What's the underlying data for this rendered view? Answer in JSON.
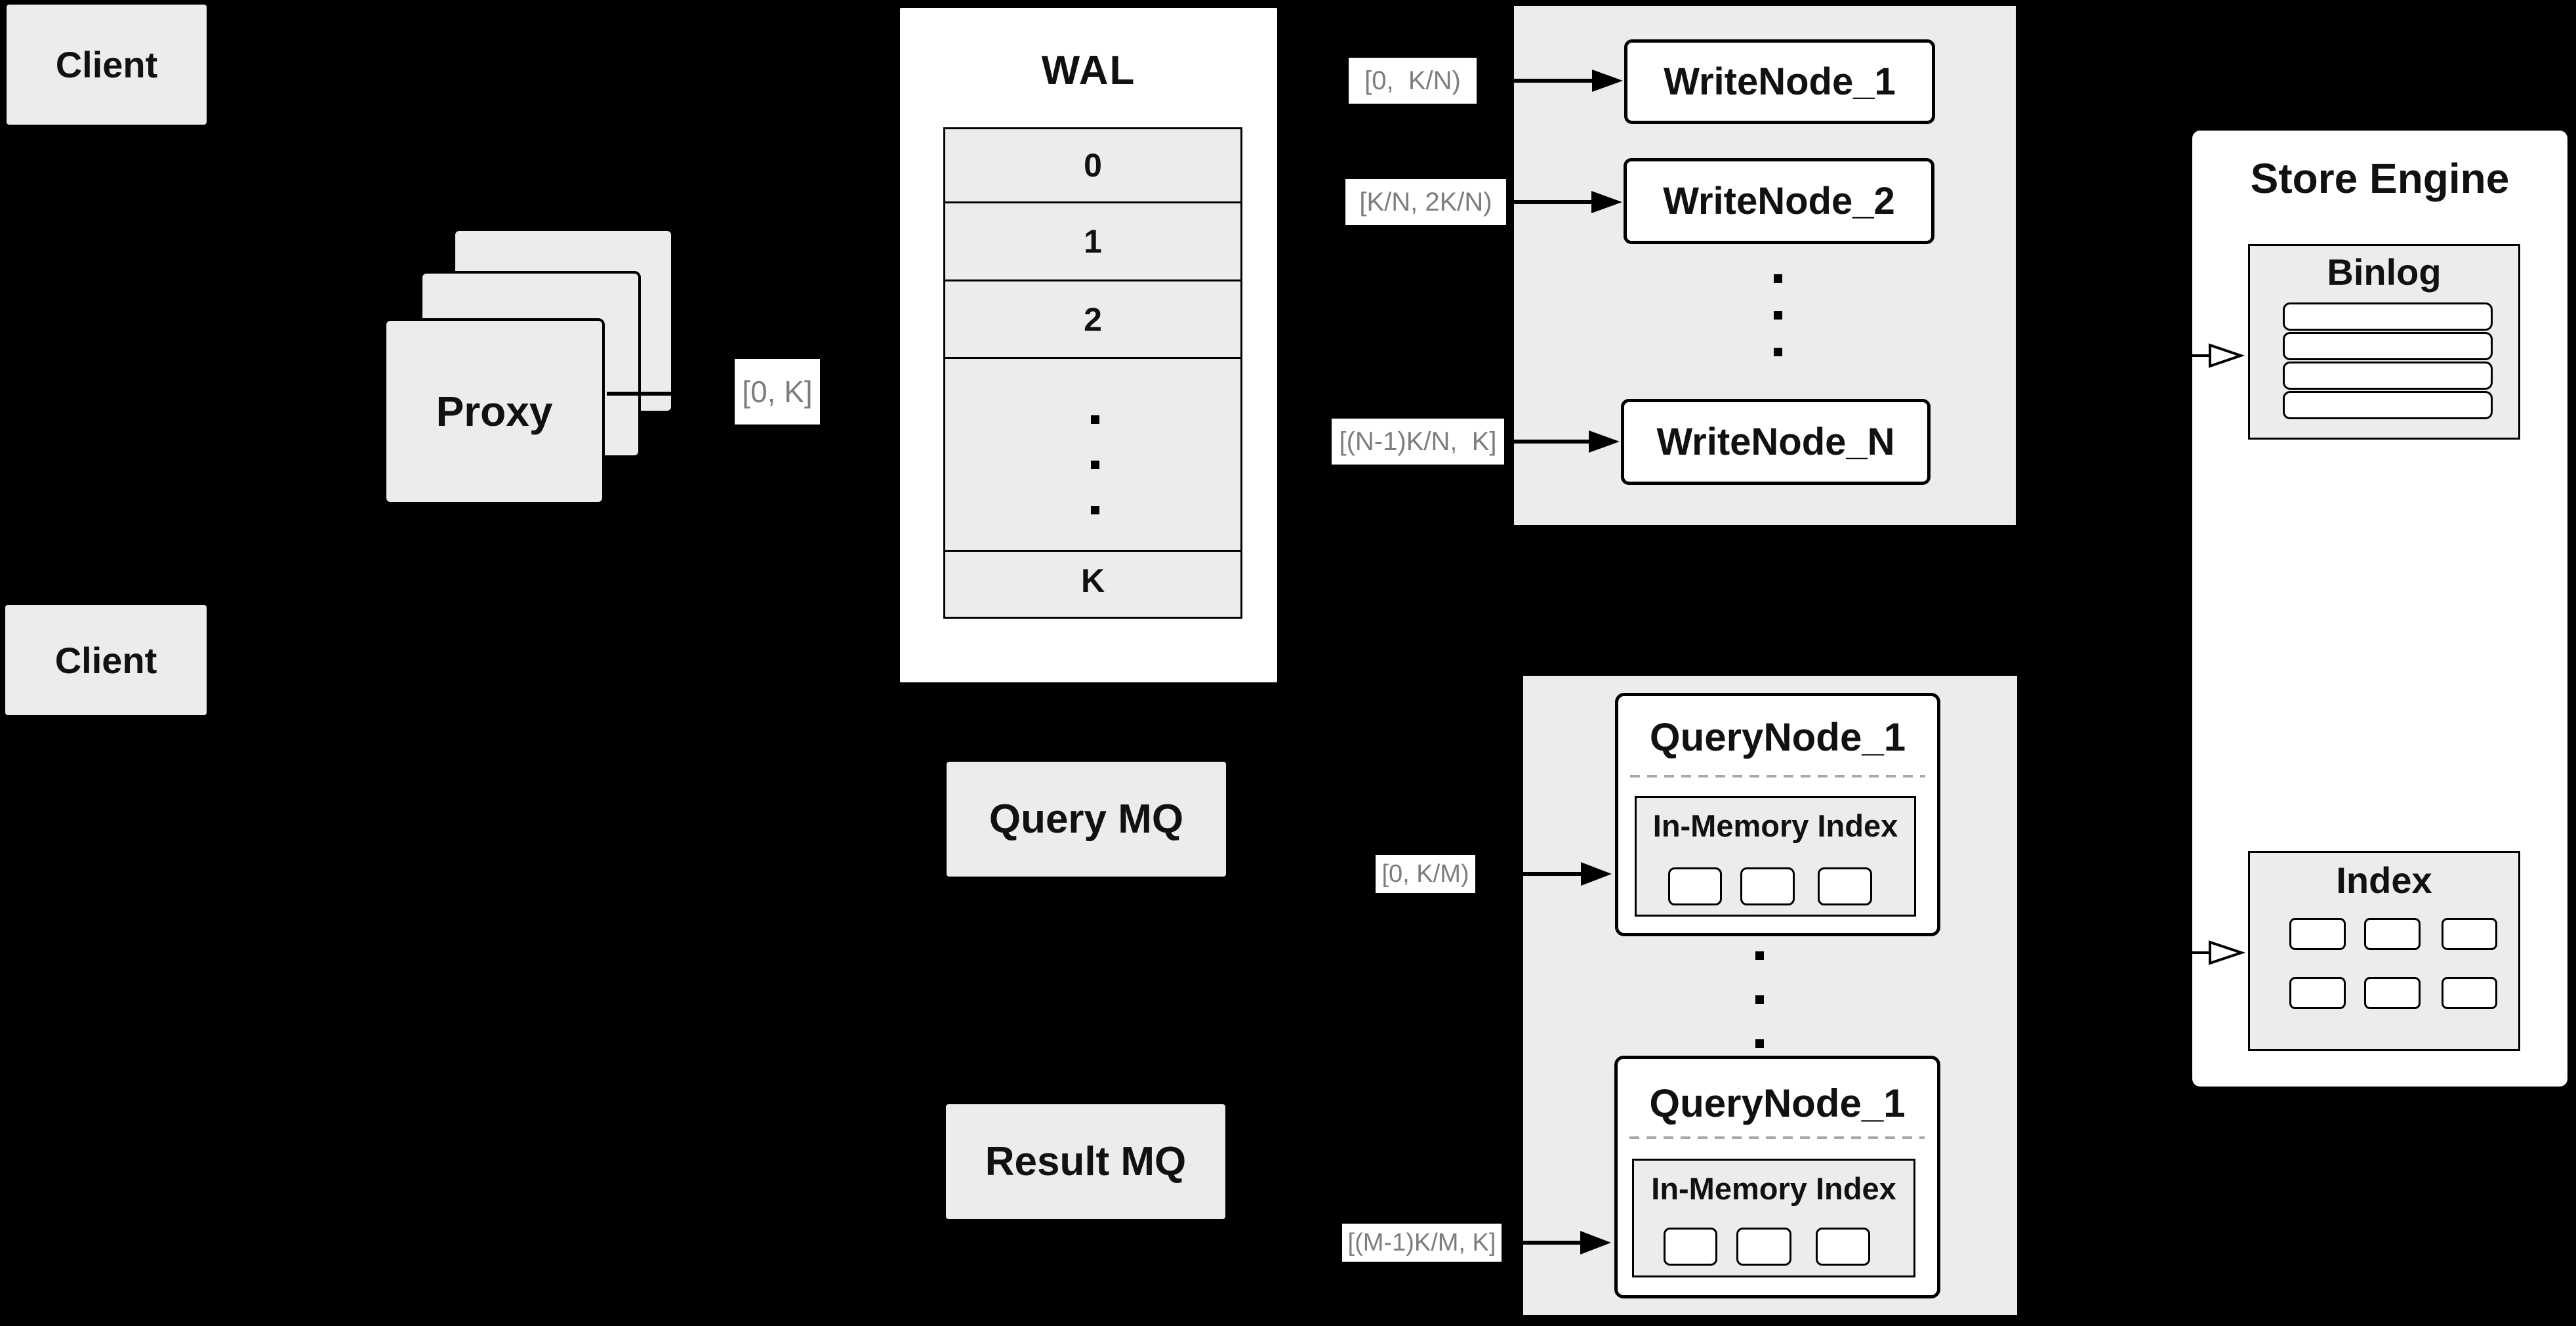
{
  "colors": {
    "background": "#000000",
    "panel_gray": "#ececec",
    "panel_white": "#ffffff",
    "border": "#000000",
    "text": "#111111",
    "muted_label_text": "#7d7d7d",
    "dashed_separator": "#a8a8a8"
  },
  "clients": {
    "top": "Client",
    "bottom": "Client"
  },
  "proxy": {
    "label": "Proxy"
  },
  "wal": {
    "title": "WAL",
    "rows": [
      "0",
      "1",
      "2",
      "K"
    ]
  },
  "write_cluster": {
    "node_1": "WriteNode_1",
    "node_2": "WriteNode_2",
    "node_n": "WriteNode_N"
  },
  "store_engine": {
    "title": "Store Engine",
    "binlog_title": "Binlog",
    "index_title": "Index"
  },
  "mq": {
    "query": "Query MQ",
    "result": "Result MQ"
  },
  "query_cluster": {
    "node_top_title": "QueryNode_1",
    "node_bottom_title": "QueryNode_1",
    "in_memory_index": "In-Memory Index"
  },
  "range_labels": {
    "proxy_wal": "[0, K]",
    "write_1": "[0,  K/N)",
    "write_2": "[K/N, 2K/N)",
    "write_n": "[(N-1)K/N,  K]",
    "query_first": "[0, K/M)",
    "query_last": "[(M-1)K/M, K]"
  }
}
